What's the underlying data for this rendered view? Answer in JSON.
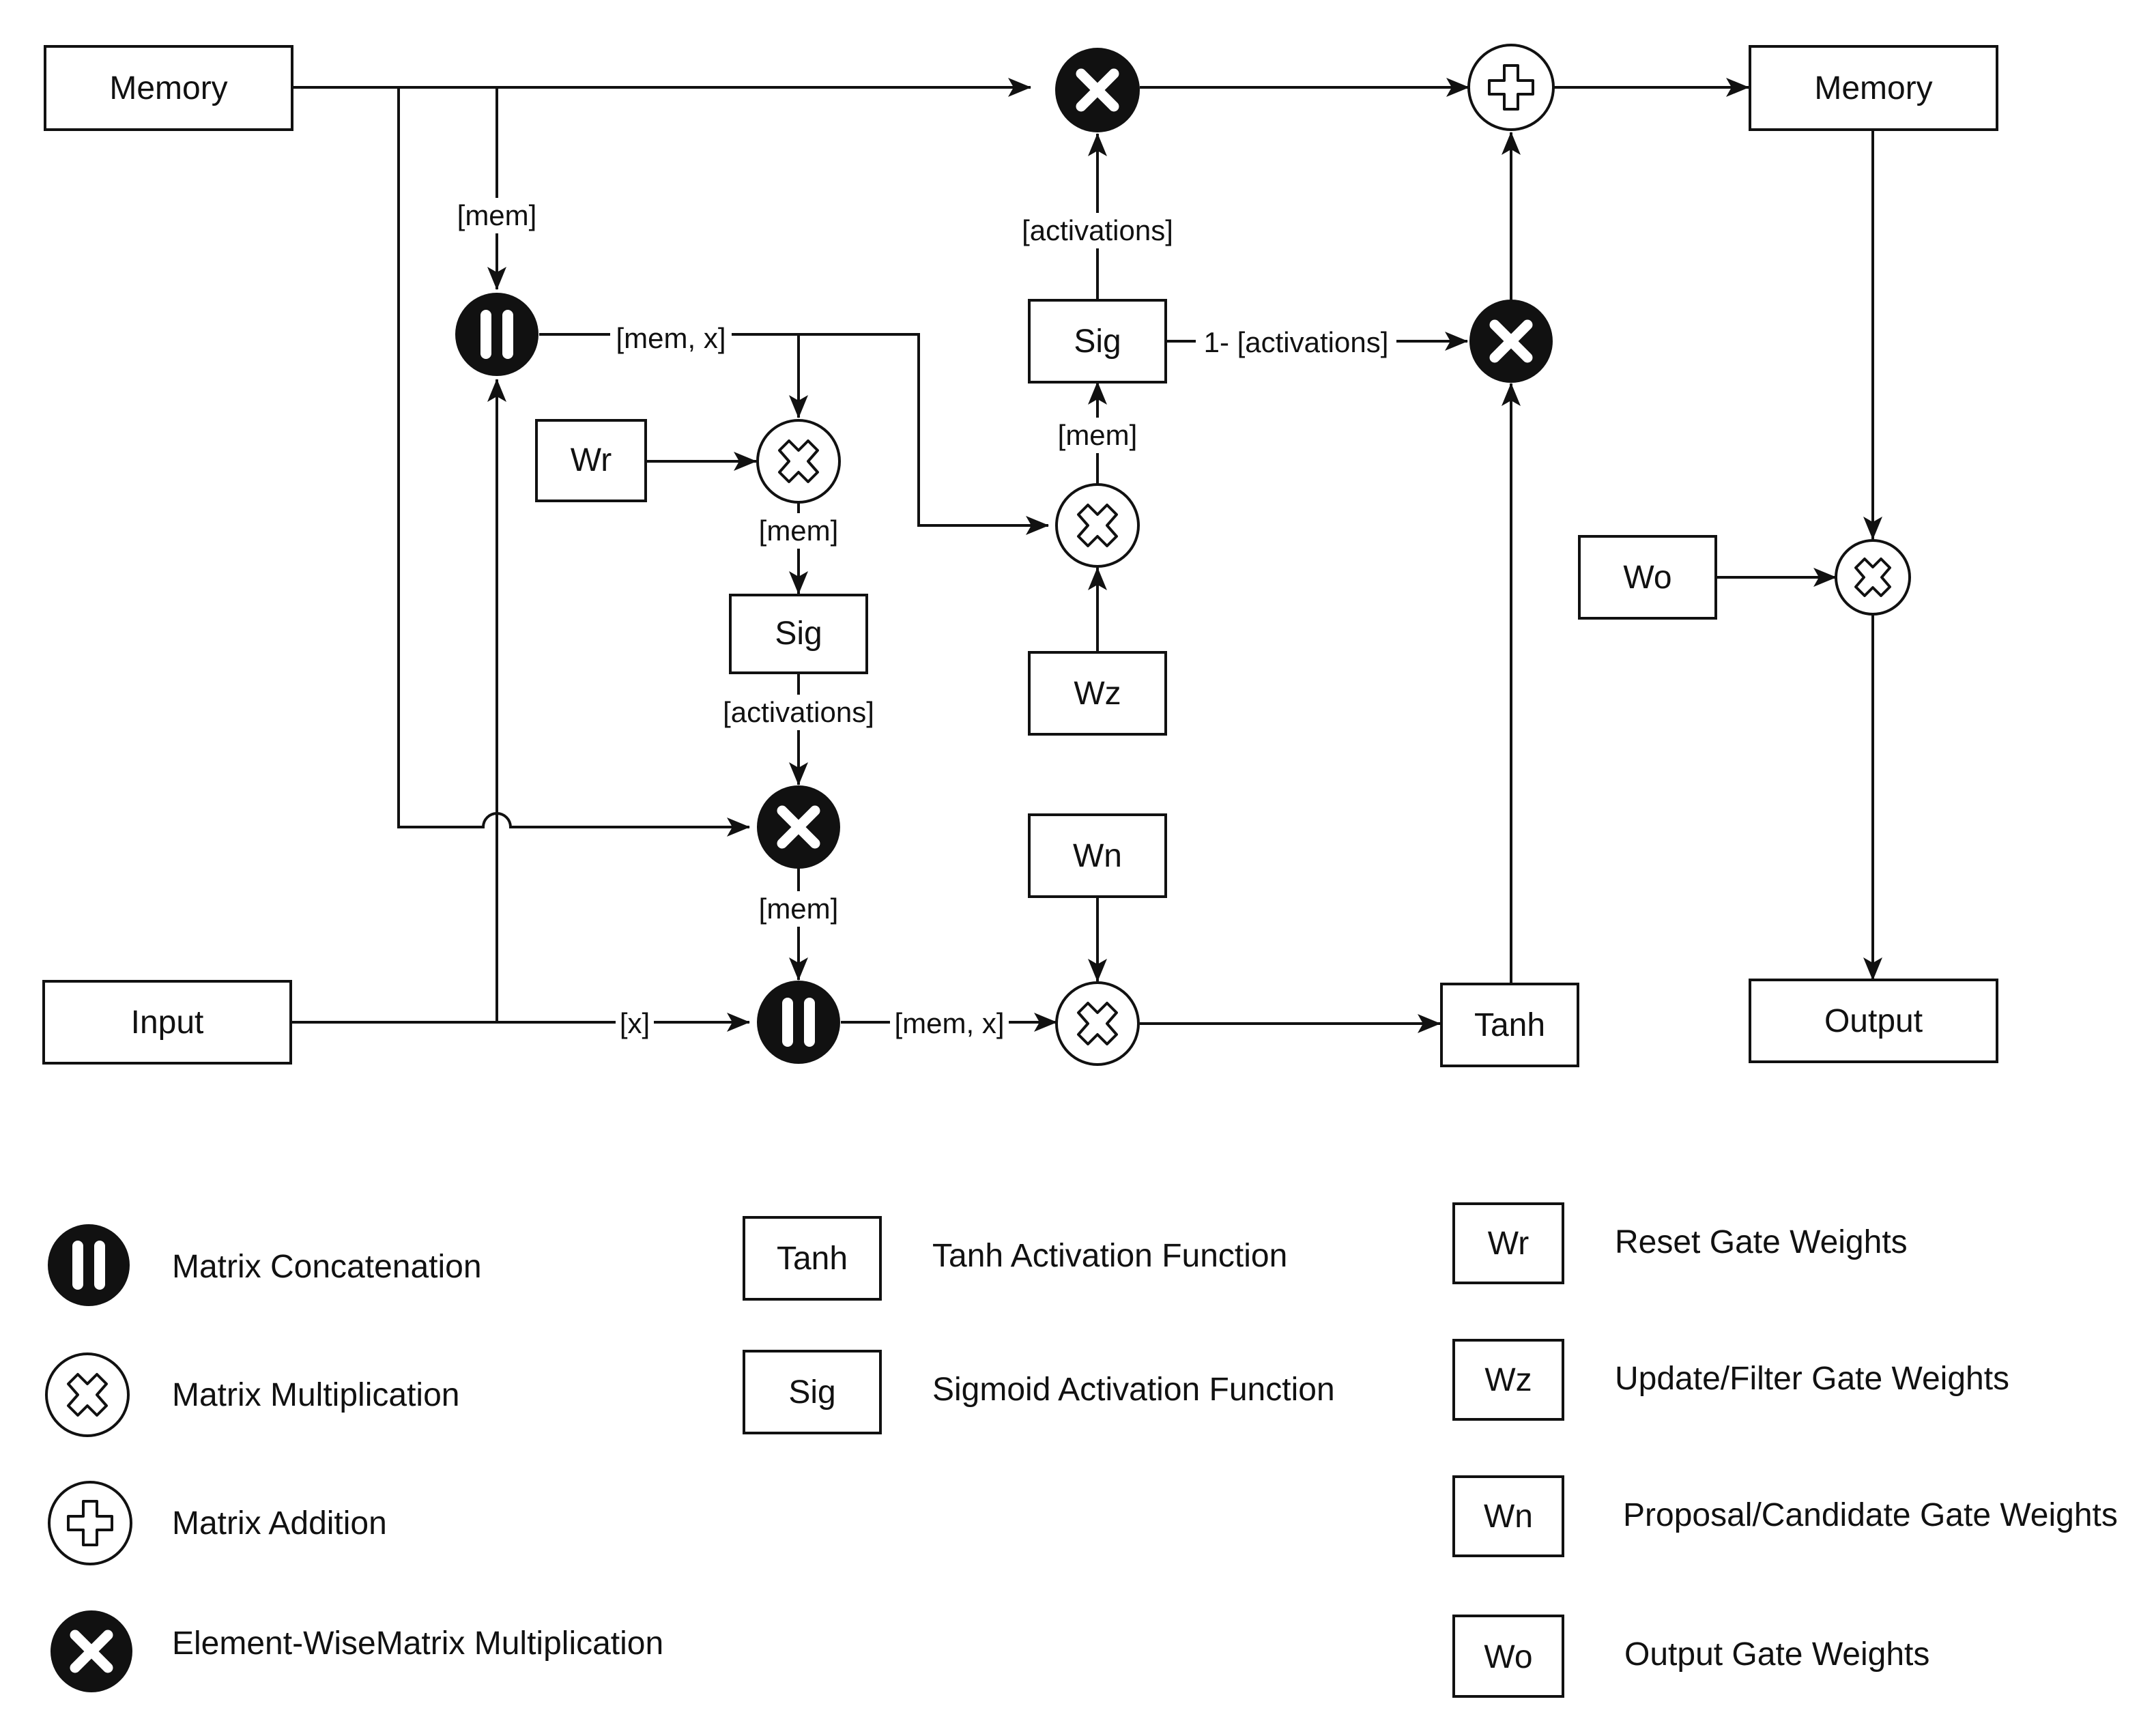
{
  "nodes": {
    "memory_in": "Memory",
    "memory_out": "Memory",
    "input": "Input",
    "output": "Output",
    "sig_reset": "Sig",
    "sig_update": "Sig",
    "tanh": "Tanh",
    "wr": "Wr",
    "wz": "Wz",
    "wn": "Wn",
    "wo": "Wo"
  },
  "edges": {
    "mem_to_concat": "[mem]",
    "concat_out": "[mem, x]",
    "reset_mult_out": "[mem]",
    "reset_sig_out": "[activations]",
    "reset_elem_out": "[mem]",
    "x_in": "[x]",
    "concat2_out": "[mem, x]",
    "update_mult_out": "[mem]",
    "update_sig_out": "[activations]",
    "one_minus": "1- [activations]"
  },
  "legend": {
    "concat": "Matrix Concatenation",
    "mult": "Matrix Multiplication",
    "add": "Matrix Addition",
    "elementwise": "Element-WiseMatrix Multiplication",
    "tanh_box": "Tanh",
    "tanh_label": "Tanh Activation Function",
    "sig_box": "Sig",
    "sig_label": "Sigmoid Activation Function",
    "wr_box": "Wr",
    "wr_label": "Reset Gate Weights",
    "wz_box": "Wz",
    "wz_label": "Update/Filter Gate Weights",
    "wn_box": "Wn",
    "wn_label": "Proposal/Candidate Gate Weights",
    "wo_box": "Wo",
    "wo_label": "Output Gate Weights"
  }
}
